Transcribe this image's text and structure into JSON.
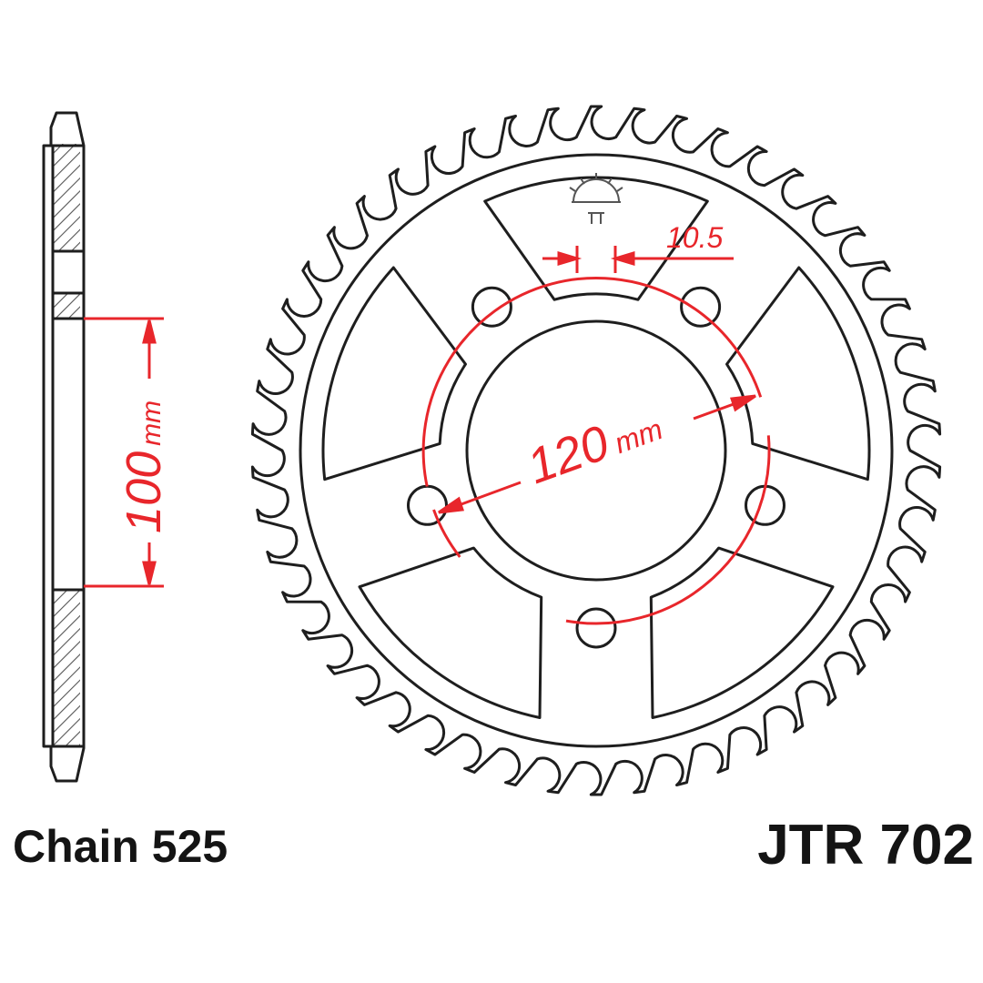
{
  "diagram": {
    "teeth_count": 50,
    "bolt_hole_count": 5,
    "chain_label": "Chain 525",
    "part_number": "JTR 702",
    "dimensions": {
      "center_bore": {
        "value": "100",
        "unit": "mm"
      },
      "bolt_circle": {
        "value": "120",
        "unit": "mm"
      },
      "bolt_hole": {
        "value": "10.5"
      }
    }
  },
  "colors": {
    "outline": "#1e1e1e",
    "dimension": "#e8262b",
    "hatch": "#555555",
    "background": "#ffffff"
  }
}
